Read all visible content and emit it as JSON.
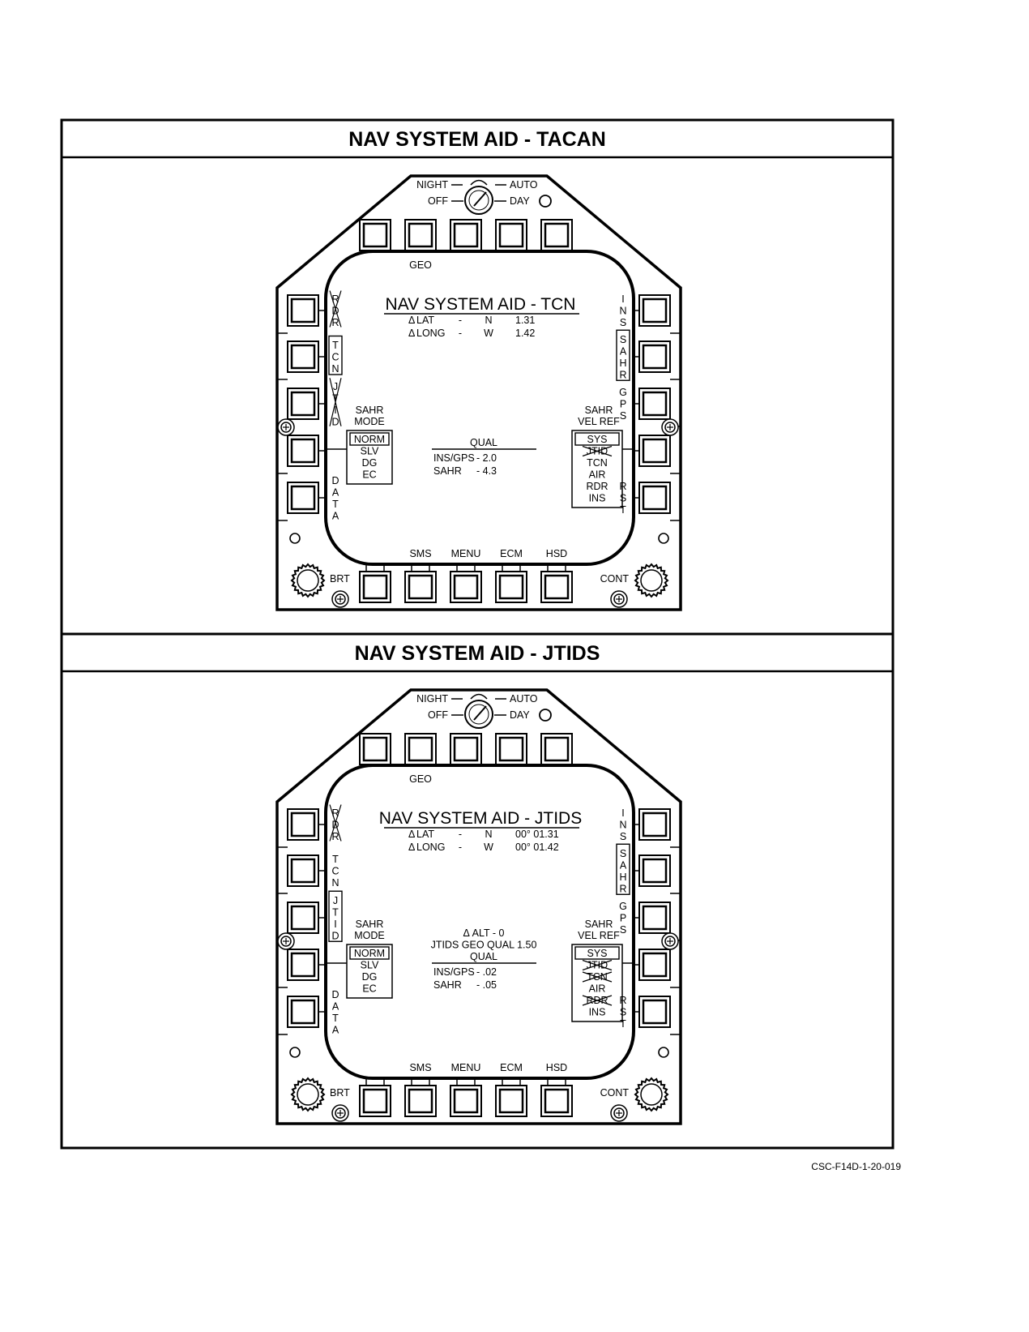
{
  "figure_id": "CSC-F14D-1-20-019",
  "panels": [
    {
      "title": "NAV SYSTEM AID - TACAN",
      "display": {
        "knob_labels": {
          "night": "NIGHT",
          "auto": "AUTO",
          "off": "OFF",
          "day": "DAY"
        },
        "screen_title": "NAV SYSTEM AID - TCN",
        "top_buttons": [
          "",
          "GEO",
          "",
          "",
          ""
        ],
        "bottom_buttons": [
          "SMS",
          "MENU",
          "ECM",
          "HSD"
        ],
        "left_buttons": [
          {
            "label": "RDR",
            "boxed": false,
            "crossed": true
          },
          {
            "label": "TCN",
            "boxed": true,
            "crossed": false
          },
          {
            "label": "JTID",
            "boxed": false,
            "crossed": true
          },
          {
            "label": "",
            "boxed": false,
            "crossed": false
          },
          {
            "label": "DATA",
            "boxed": false,
            "crossed": false
          }
        ],
        "right_buttons": [
          {
            "label": "INS",
            "boxed": false,
            "crossed": false
          },
          {
            "label": "SAHR",
            "boxed": true,
            "crossed": false
          },
          {
            "label": "GPS",
            "boxed": false,
            "crossed": false
          },
          {
            "label": "",
            "boxed": false,
            "crossed": false
          },
          {
            "label": "RST",
            "boxed": false,
            "crossed": false
          }
        ],
        "delta_symbol": "Δ",
        "lat": {
          "label": "LAT",
          "dash": "-",
          "dir": "N",
          "value": "1.31"
        },
        "long": {
          "label": "LONG",
          "dash": "-",
          "dir": "W",
          "value": "1.42"
        },
        "sahr_mode": {
          "title_line1": "SAHR",
          "title_line2": "MODE",
          "options": [
            {
              "label": "NORM",
              "selected": true,
              "crossed": false
            },
            {
              "label": "SLV",
              "selected": false,
              "crossed": false
            },
            {
              "label": "DG",
              "selected": false,
              "crossed": false
            },
            {
              "label": "EC",
              "selected": false,
              "crossed": false
            }
          ]
        },
        "vel_ref": {
          "title_line1": "SAHR",
          "title_line2": "VEL REF",
          "options": [
            {
              "label": "SYS",
              "selected": true,
              "crossed": false
            },
            {
              "label": "JTID",
              "selected": false,
              "crossed": true
            },
            {
              "label": "TCN",
              "selected": false,
              "crossed": false
            },
            {
              "label": "AIR",
              "selected": false,
              "crossed": false
            },
            {
              "label": "RDR",
              "selected": false,
              "crossed": false
            },
            {
              "label": "INS",
              "selected": false,
              "crossed": false
            }
          ]
        },
        "center_lines": [],
        "qual": {
          "title": "QUAL",
          "rows": [
            {
              "label": "INS/GPS",
              "value": "- 2.0"
            },
            {
              "label": "SAHR",
              "value": "- 4.3"
            }
          ]
        },
        "brt_label": "BRT",
        "cont_label": "CONT"
      }
    },
    {
      "title": "NAV SYSTEM AID - JTIDS",
      "display": {
        "knob_labels": {
          "night": "NIGHT",
          "auto": "AUTO",
          "off": "OFF",
          "day": "DAY"
        },
        "screen_title": "NAV SYSTEM AID - JTIDS",
        "top_buttons": [
          "",
          "GEO",
          "",
          "",
          ""
        ],
        "bottom_buttons": [
          "SMS",
          "MENU",
          "ECM",
          "HSD"
        ],
        "left_buttons": [
          {
            "label": "RDR",
            "boxed": false,
            "crossed": true
          },
          {
            "label": "TCN",
            "boxed": false,
            "crossed": false
          },
          {
            "label": "JTID",
            "boxed": true,
            "crossed": false
          },
          {
            "label": "",
            "boxed": false,
            "crossed": false
          },
          {
            "label": "DATA",
            "boxed": false,
            "crossed": false
          }
        ],
        "right_buttons": [
          {
            "label": "INS",
            "boxed": false,
            "crossed": false
          },
          {
            "label": "SAHR",
            "boxed": true,
            "crossed": false
          },
          {
            "label": "GPS",
            "boxed": false,
            "crossed": false
          },
          {
            "label": "",
            "boxed": false,
            "crossed": false
          },
          {
            "label": "RST",
            "boxed": false,
            "crossed": false
          }
        ],
        "delta_symbol": "Δ",
        "lat": {
          "label": "LAT",
          "dash": "-",
          "dir": "N",
          "value": "00° 01.31"
        },
        "long": {
          "label": "LONG",
          "dash": "-",
          "dir": "W",
          "value": "00° 01.42"
        },
        "sahr_mode": {
          "title_line1": "SAHR",
          "title_line2": "MODE",
          "options": [
            {
              "label": "NORM",
              "selected": true,
              "crossed": false
            },
            {
              "label": "SLV",
              "selected": false,
              "crossed": false
            },
            {
              "label": "DG",
              "selected": false,
              "crossed": false
            },
            {
              "label": "EC",
              "selected": false,
              "crossed": false
            }
          ]
        },
        "vel_ref": {
          "title_line1": "SAHR",
          "title_line2": "VEL REF",
          "options": [
            {
              "label": "SYS",
              "selected": true,
              "crossed": false
            },
            {
              "label": "JTID",
              "selected": false,
              "crossed": true
            },
            {
              "label": "TCN",
              "selected": false,
              "crossed": true
            },
            {
              "label": "AIR",
              "selected": false,
              "crossed": false
            },
            {
              "label": "RDR",
              "selected": false,
              "crossed": true
            },
            {
              "label": "INS",
              "selected": false,
              "crossed": false
            }
          ]
        },
        "center_lines": [
          "Δ ALT - 0",
          "JTIDS GEO QUAL 1.50"
        ],
        "qual": {
          "title": "QUAL",
          "rows": [
            {
              "label": "INS/GPS",
              "value": "- .02"
            },
            {
              "label": "SAHR",
              "value": "- .05"
            }
          ]
        },
        "brt_label": "BRT",
        "cont_label": "CONT"
      }
    }
  ]
}
